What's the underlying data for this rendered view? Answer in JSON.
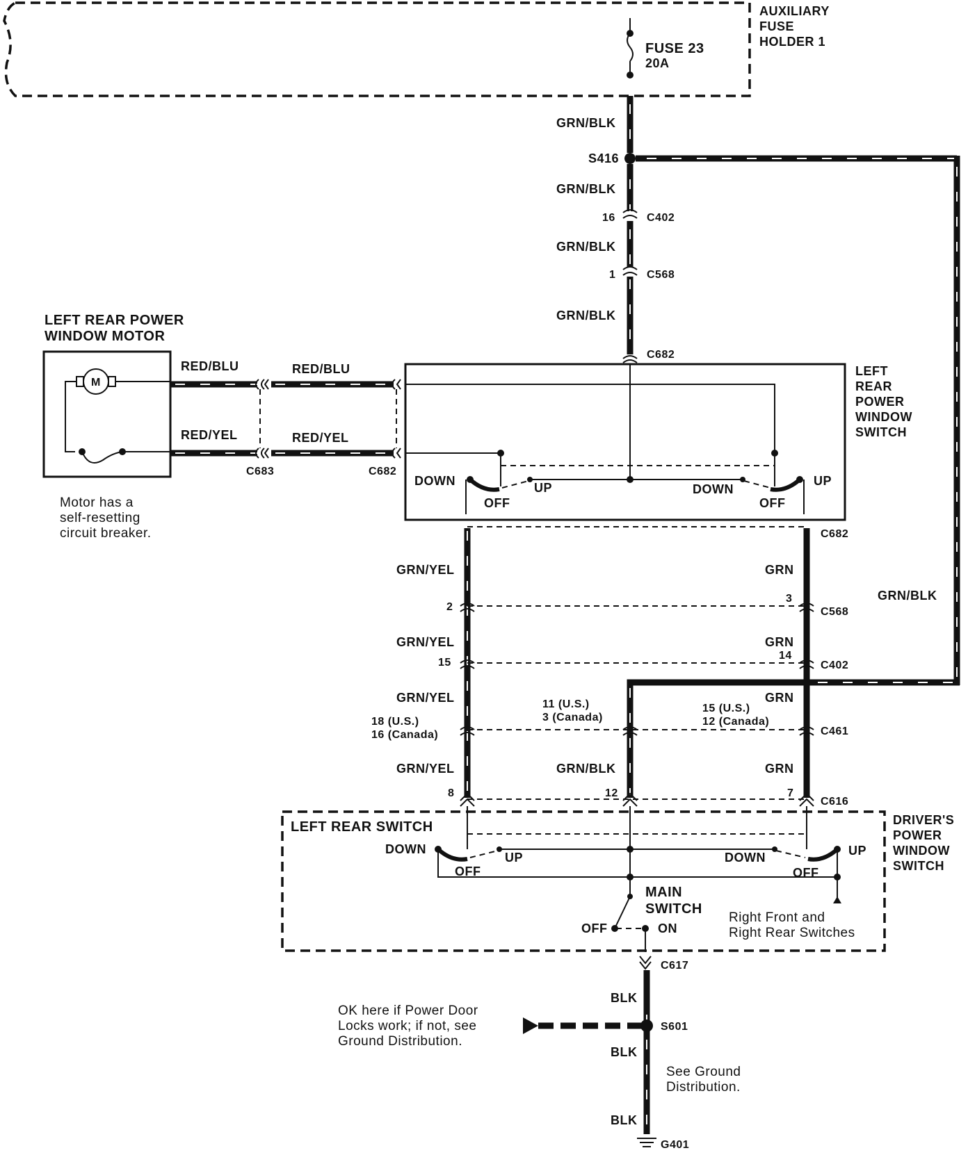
{
  "fuse_holder": {
    "line1": "AUXILIARY",
    "line2": "FUSE",
    "line3": "HOLDER 1"
  },
  "fuse": {
    "name": "FUSE 23",
    "rating": "20A"
  },
  "splices": {
    "s416": "S416",
    "s601": "S601"
  },
  "ground": "G401",
  "connectors": {
    "c402": "C402",
    "c568": "C568",
    "c682": "C682",
    "c683": "C683",
    "c461": "C461",
    "c616": "C616",
    "c617": "C617"
  },
  "pins": {
    "c402_top": "16",
    "c568_top": "1",
    "c568_left": "2",
    "c568_right": "3",
    "c402_left": "15",
    "c402_right": "14",
    "c461_left_us": "18 (U.S.)",
    "c461_left_ca": "16 (Canada)",
    "c461_mid_us": "11 (U.S.)",
    "c461_mid_ca": "3 (Canada)",
    "c461_right_us": "15 (U.S.)",
    "c461_right_ca": "12 (Canada)",
    "c616_left": "8",
    "c616_mid": "12",
    "c616_right": "7"
  },
  "wire_colors": {
    "grn_blk": "GRN/BLK",
    "grn_yel": "GRN/YEL",
    "grn": "GRN",
    "red_blu": "RED/BLU",
    "red_yel": "RED/YEL",
    "blk": "BLK"
  },
  "motor": {
    "title_line1": "LEFT REAR POWER",
    "title_line2": "WINDOW MOTOR",
    "symbol": "M",
    "note_line1": "Motor has a",
    "note_line2": "self-resetting",
    "note_line3": "circuit breaker."
  },
  "lr_switch": {
    "title_line1": "LEFT",
    "title_line2": "REAR",
    "title_line3": "POWER",
    "title_line4": "WINDOW",
    "title_line5": "SWITCH",
    "down": "DOWN",
    "up": "UP",
    "off": "OFF"
  },
  "drivers_switch": {
    "title_line1": "DRIVER'S",
    "title_line2": "POWER",
    "title_line3": "WINDOW",
    "title_line4": "SWITCH",
    "left_rear_switch": "LEFT REAR SWITCH",
    "main_line1": "MAIN",
    "main_line2": "SWITCH",
    "off": "OFF",
    "on": "ON",
    "rf_line1": "Right Front and",
    "rf_line2": "Right Rear Switches",
    "down": "DOWN",
    "up": "UP"
  },
  "ground_notes": {
    "ok_line1": "OK here if Power Door",
    "ok_line2": "Locks work; if not, see",
    "ok_line3": "Ground Distribution.",
    "see_line1": "See Ground",
    "see_line2": "Distribution."
  }
}
